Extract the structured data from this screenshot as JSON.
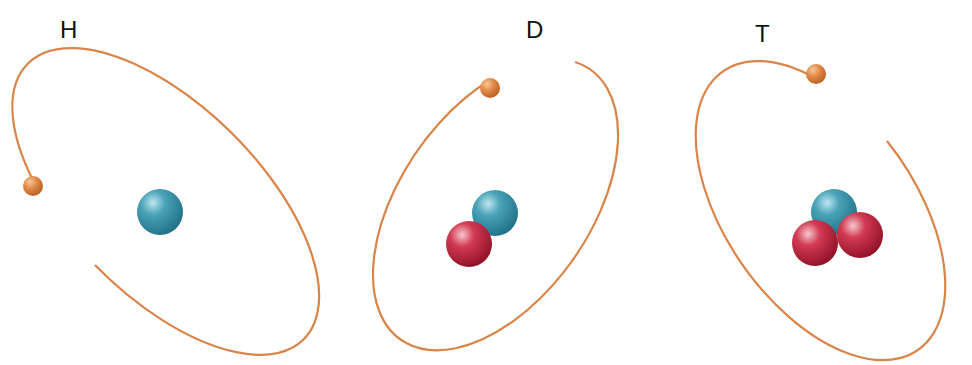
{
  "diagram": {
    "labels": [
      "H",
      "D",
      "T"
    ]
  }
}
